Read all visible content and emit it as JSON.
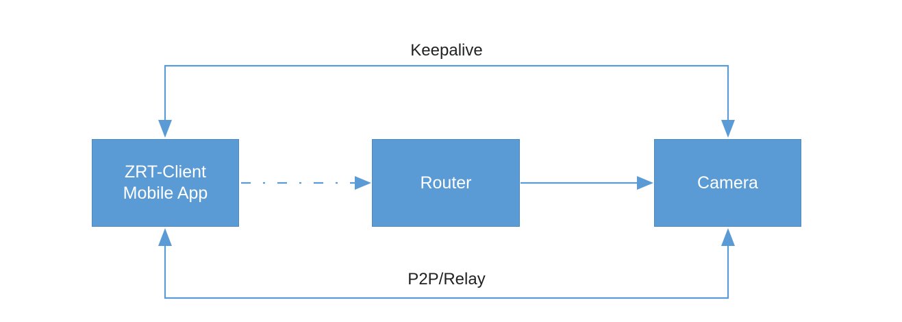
{
  "diagram": {
    "nodes": {
      "client": {
        "line1": "ZRT-Client",
        "line2": "Mobile App"
      },
      "router": {
        "label": "Router"
      },
      "camera": {
        "label": "Camera"
      }
    },
    "edges": {
      "keepalive": {
        "label": "Keepalive"
      },
      "p2p_relay": {
        "label": "P2P/Relay"
      }
    },
    "colors": {
      "node_fill": "#5b9bd5",
      "connector": "#5b9bd5",
      "node_text": "#ffffff",
      "label_text": "#222222"
    }
  }
}
